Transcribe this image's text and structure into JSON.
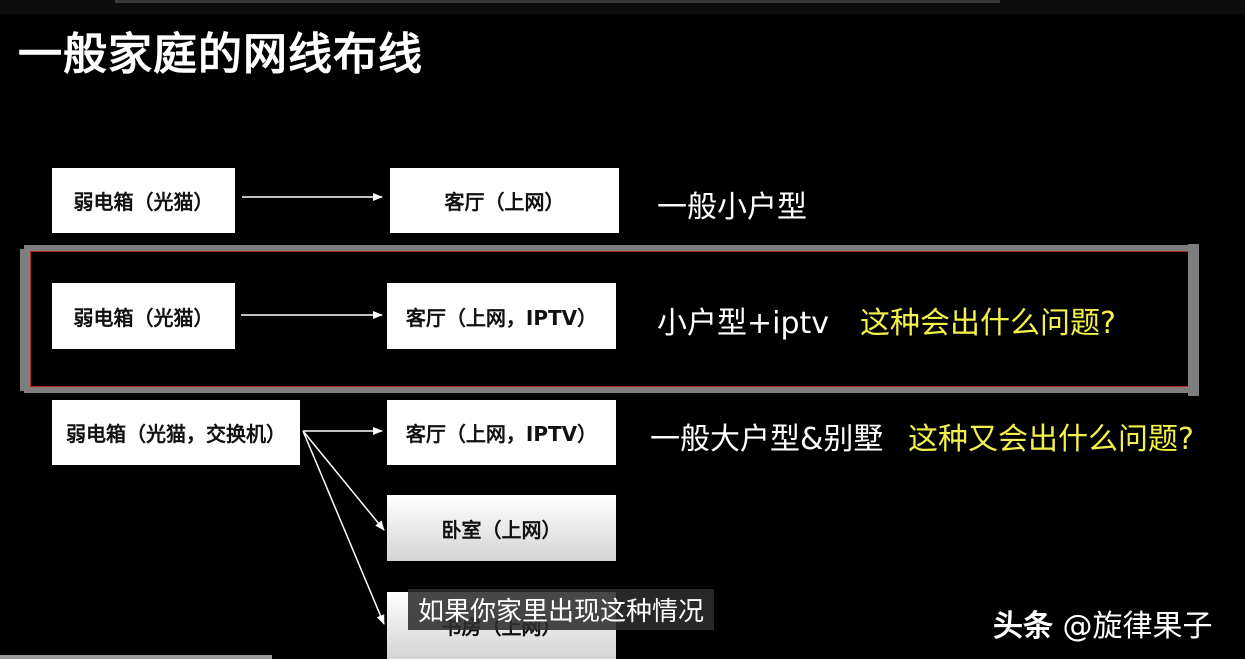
{
  "title": "一般家庭的网线布线",
  "rows": [
    {
      "source": "弱电箱（光猫）",
      "target": "客厅（上网）",
      "label": "一般小户型",
      "question": ""
    },
    {
      "source": "弱电箱（光猫）",
      "target": "客厅（上网，IPTV）",
      "label": "小户型+iptv",
      "question": "这种会出什么问题?"
    },
    {
      "source": "弱电箱（光猫，交换机）",
      "targets": [
        "客厅（上网，IPTV）",
        "卧室（上网）",
        "书房（上网）"
      ],
      "label": "一般大户型&别墅",
      "question": "这种又会出什么问题?"
    }
  ],
  "subtitle": "如果你家里出现这种情况",
  "watermark": {
    "brand": "头条",
    "handle": "@旋律果子"
  },
  "colors": {
    "background": "#000000",
    "box": "#ffffff",
    "question": "#f4f14a",
    "highlight_frame": "#7e7e7e"
  }
}
